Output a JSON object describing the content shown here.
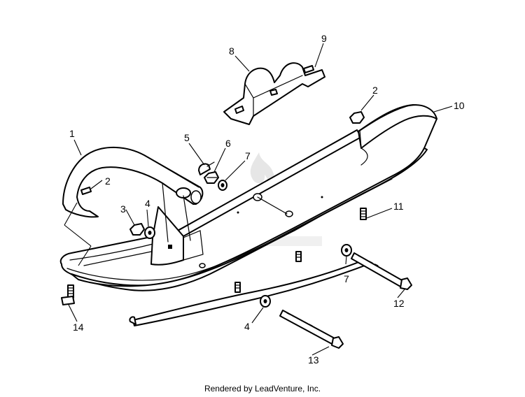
{
  "callouts": {
    "c1": "1",
    "c2a": "2",
    "c2b": "2",
    "c3": "3",
    "c4a": "4",
    "c4b": "4",
    "c5": "5",
    "c6": "6",
    "c7a": "7",
    "c7b": "7",
    "c8": "8",
    "c9": "9",
    "c10": "10",
    "c11": "11",
    "c12": "12",
    "c13": "13",
    "c14": "14"
  },
  "footer": "Rendered by LeadVenture, Inc.",
  "colors": {
    "line": "#000000",
    "background": "#ffffff",
    "watermark": "#e6e6e6"
  }
}
